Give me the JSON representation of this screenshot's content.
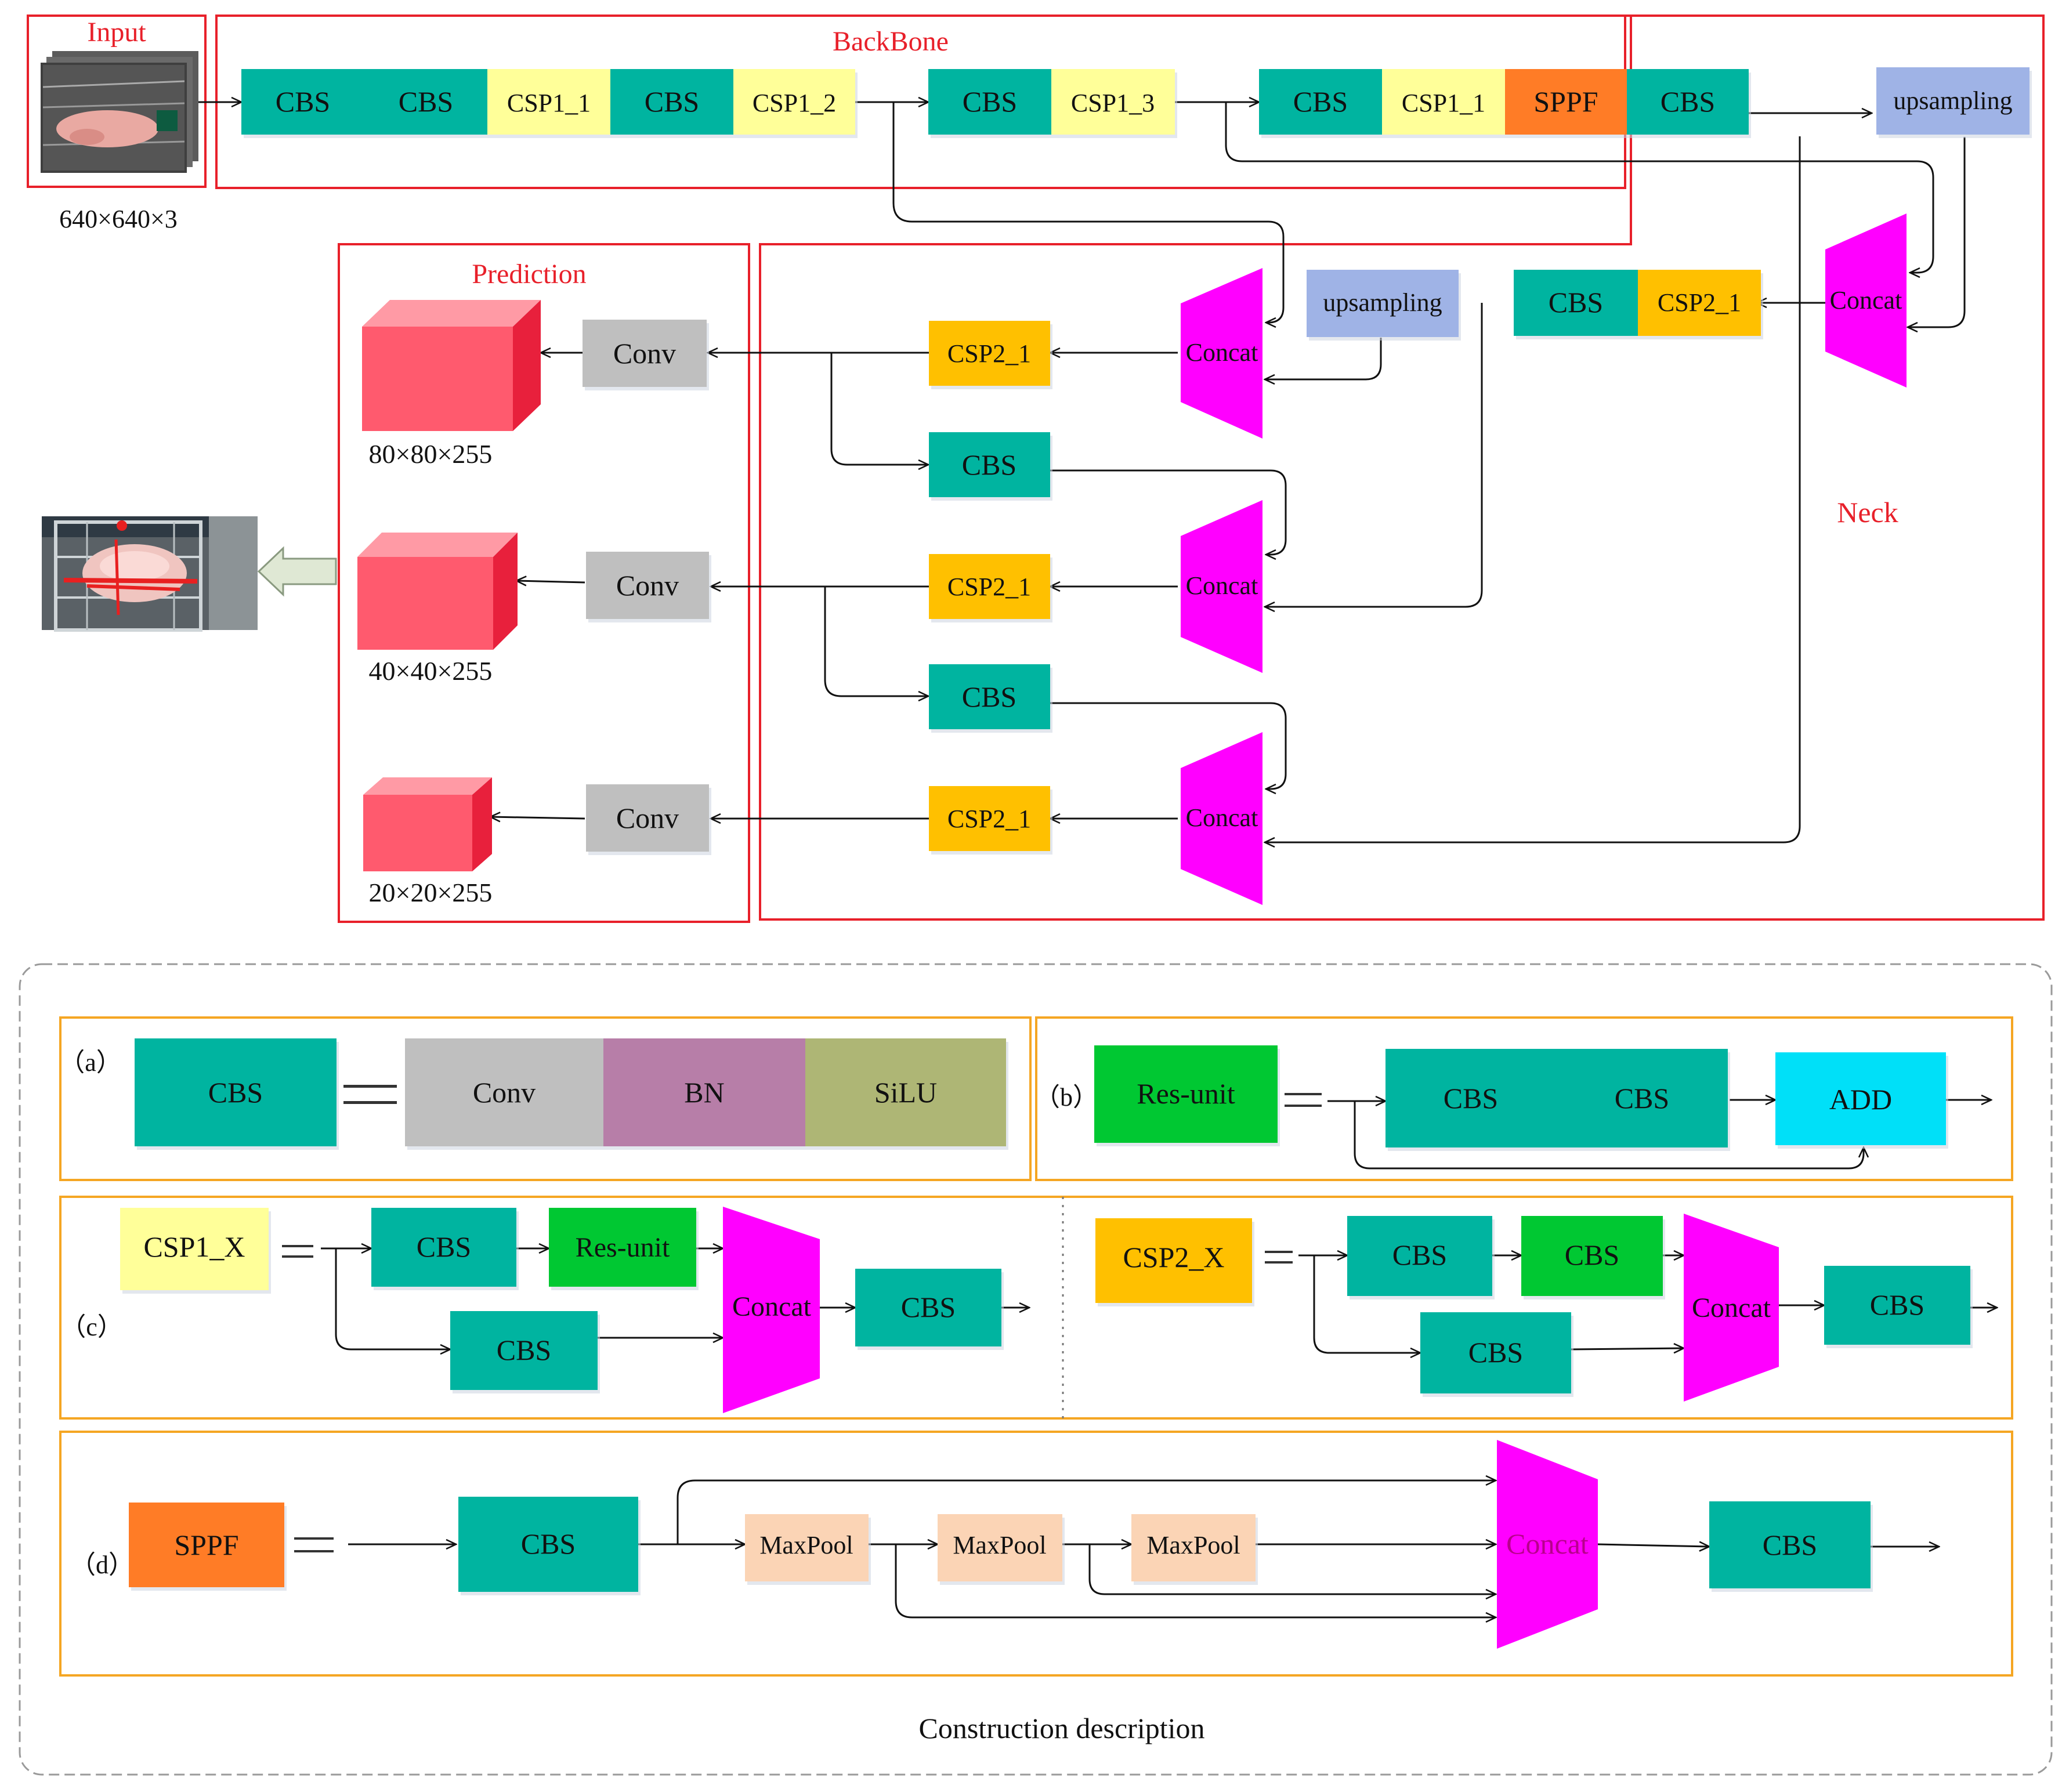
{
  "sections": {
    "input": "Input",
    "backbone": "BackBone",
    "prediction": "Prediction",
    "neck": "Neck",
    "input_dims": "640×640×3",
    "construction": "Construction description"
  },
  "blocks": {
    "cbs": "CBS",
    "csp1_1": "CSP1_1",
    "csp1_2": "CSP1_2",
    "csp1_3": "CSP1_3",
    "csp2_1": "CSP2_1",
    "sppf": "SPPF",
    "upsampling": "upsampling",
    "concat": "Concat",
    "conv": "Conv"
  },
  "outputs": {
    "out80": "80×80×255",
    "out40": "40×40×255",
    "out20": "20×20×255"
  },
  "legend": {
    "a": "（a）",
    "b": "（b）",
    "c": "（c）",
    "d": "（d）",
    "cbs": "CBS",
    "conv": "Conv",
    "bn": "BN",
    "silu": "SiLU",
    "res_unit": "Res-unit",
    "add": "ADD",
    "csp1_x": "CSP1_X",
    "csp2_x": "CSP2_X",
    "sppf": "SPPF",
    "maxpool": "MaxPool",
    "concat": "Concat"
  },
  "colors": {
    "cbs": "#00b4a0",
    "csp1": "#ffff99",
    "csp2": "#ffc000",
    "sppf": "#ff7c28",
    "upsampling": "#9fb3e6",
    "concat": "#ff00ff",
    "conv": "#bfbfbf",
    "bn": "#b77ea8",
    "silu": "#aeb675",
    "res_unit": "#00c832",
    "add": "#00e0f8",
    "maxpool": "#fbd4b5",
    "cube_front": "#ff5a6e",
    "cube_top": "#ff9aa5",
    "cube_side": "#e8203c",
    "section_border": "#e8202a",
    "legend_border": "#f5a623",
    "dashed_border": "#9a9a9a"
  }
}
